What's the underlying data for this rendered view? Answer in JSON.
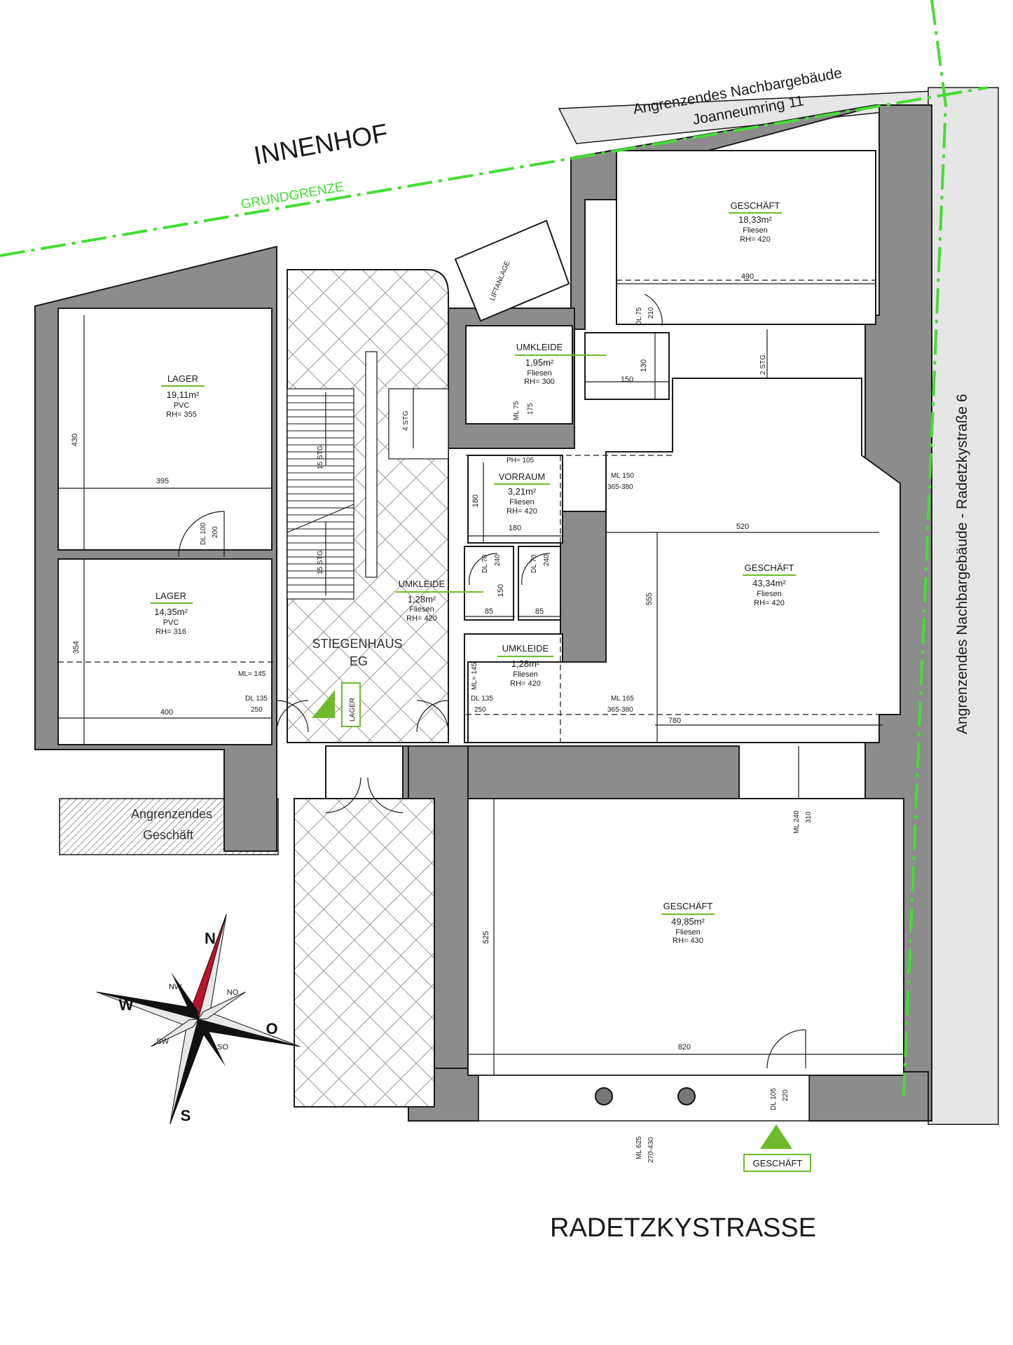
{
  "labels": {
    "innenhof": "INNENHOF",
    "grundgrenze": "GRUNDGRENZE",
    "neighbor_top_line1": "Angrenzendes Nachbargebäude",
    "neighbor_top_line2": "Joanneumring 11",
    "neighbor_right": "Angrenzendes Nachbargebäude - Radetzkystraße 6",
    "neighbor_shop_line1": "Angrenzendes",
    "neighbor_shop_line2": "Geschäft",
    "liftanlage": "LIFTANLAGE",
    "street": "RADETZKYSTRASSE",
    "stair_line1": "STIEGENHAUS",
    "stair_line2": "EG",
    "entrance_lager": "LAGER",
    "entrance_geschaeft": "GESCHÄFT"
  },
  "rooms": {
    "lager1": {
      "name": "LAGER",
      "area": "19,11m²",
      "floor": "PVC",
      "rh": "RH= 355"
    },
    "lager2": {
      "name": "LAGER",
      "area": "14,35m²",
      "floor": "PVC",
      "rh": "RH= 316"
    },
    "geschaeft_top": {
      "name": "GESCHÄFT",
      "area": "18,33m²",
      "floor": "Fliesen",
      "rh": "RH= 420"
    },
    "umkleide_a": {
      "name": "UMKLEIDE",
      "area": "1,95m²",
      "floor": "Fliesen",
      "rh": "RH= 300"
    },
    "vorraum": {
      "name": "VORRAUM",
      "area": "3,21m²",
      "floor": "Fliesen",
      "rh": "RH= 420"
    },
    "umkleide_b": {
      "name": "UMKLEIDE",
      "area": "1,28m²",
      "floor": "Fliesen",
      "rh": "RH= 420"
    },
    "umkleide_c": {
      "name": "UMKLEIDE",
      "area": "1,28m²",
      "floor": "Fliesen",
      "rh": "RH= 420"
    },
    "geschaeft_mid": {
      "name": "GESCHÄFT",
      "area": "43,34m²",
      "floor": "Fliesen",
      "rh": "RH= 420"
    },
    "geschaeft_main": {
      "name": "GESCHÄFT",
      "area": "49,85m²",
      "floor": "Fliesen",
      "rh": "RH= 430"
    }
  },
  "dimensions": {
    "d430": "430",
    "d395": "395",
    "d354": "354",
    "d400": "400",
    "d490": "490",
    "d150": "150",
    "d130": "130",
    "d180v": "180",
    "d180h": "180",
    "d85a": "85",
    "d85b": "85",
    "d150v": "150",
    "d520": "520",
    "d555": "555",
    "d780": "780",
    "d525": "525",
    "d820": "820",
    "stg2": "2 STG.",
    "stg4": "4 STG",
    "stg15a": "15 STG",
    "stg15b": "15 STG",
    "ph105": "PH= 105",
    "ml150": "ML 150",
    "ml150b": "365-380",
    "ml165": "ML 165",
    "ml165b": "365-380",
    "ml145a": "ML= 145",
    "ml145b": "ML= 145",
    "dl135a": "DL 135",
    "dl135a2": "250",
    "dl135b": "DL 135",
    "dl135b2": "250",
    "dl100": "DL 100",
    "dl100b": "200",
    "dl75a": "DL 75",
    "dl75a2": "210",
    "ml75": "ML 75",
    "ml75b": "175",
    "dl70a": "DL 70",
    "dl70a2": "240",
    "dl70b": "DL 70",
    "dl70b2": "240",
    "ml240": "ML 240",
    "ml240b": "310",
    "dl105": "DL 105",
    "dl105b": "220",
    "ml625": "ML 625",
    "ml625b": "270-430"
  },
  "compass": {
    "n": "N",
    "s": "S",
    "w": "W",
    "o": "O",
    "nw": "NW",
    "no": "NO",
    "sw": "SW",
    "so": "SO"
  },
  "colors": {
    "accent_green": "#44dd33",
    "wall": "#8c8c8c",
    "compass_red": "#c0102a"
  }
}
